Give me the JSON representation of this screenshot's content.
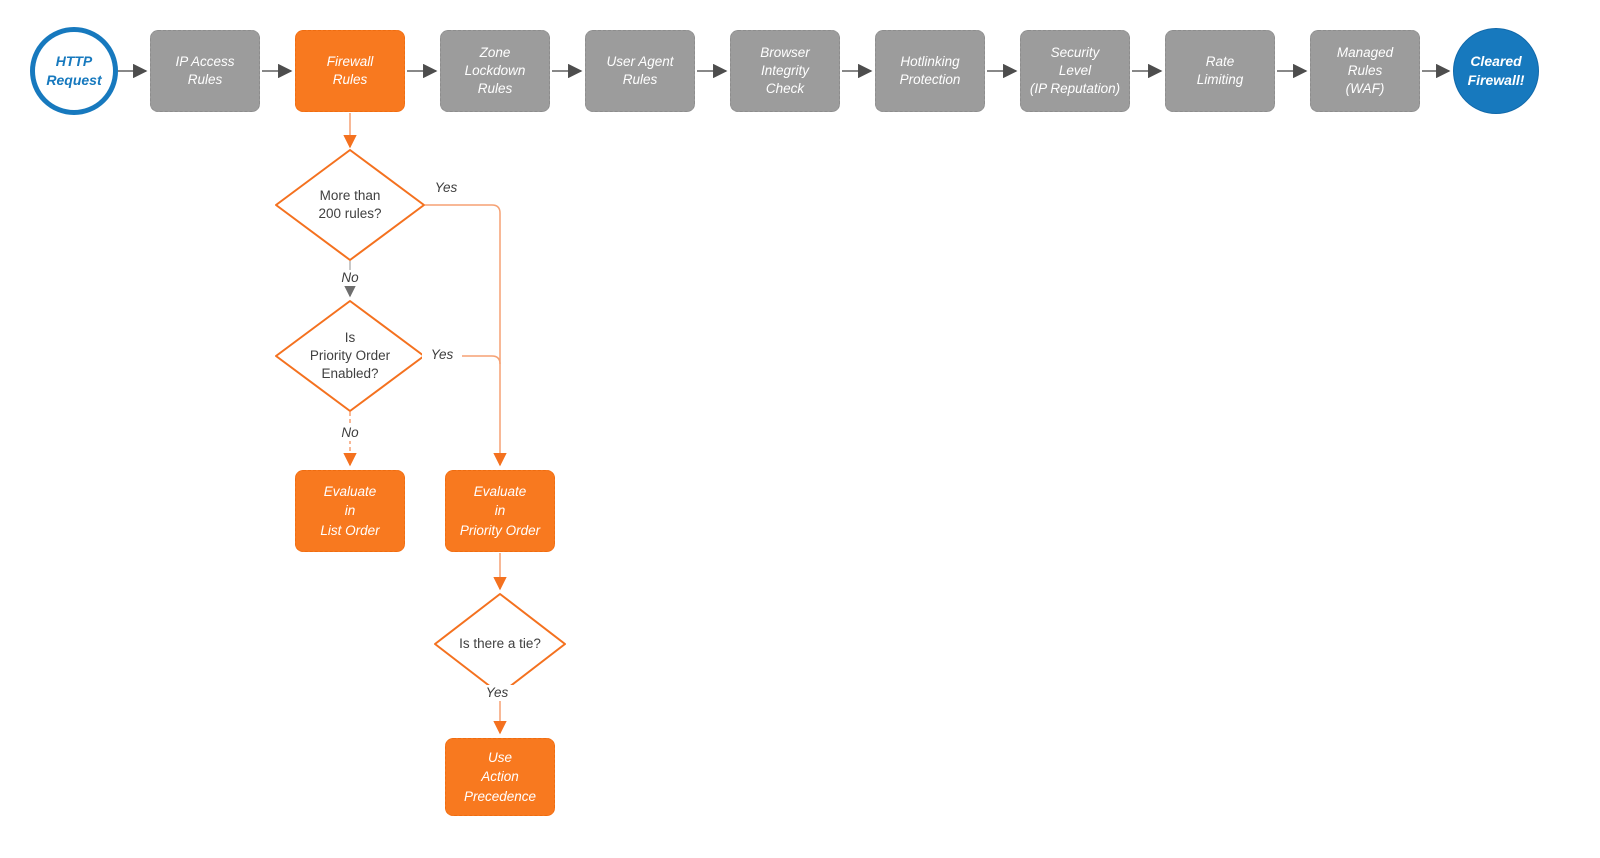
{
  "title": "Firewall evaluation flowchart",
  "colors": {
    "accent_orange": "#f8791f",
    "accent_blue": "#1779be",
    "step_gray": "#9c9c9c",
    "connector_orange": "#f5a173",
    "arrowhead_orange": "#f4711f",
    "connector_dark": "#606060"
  },
  "flow": {
    "start_label": "HTTP\nRequest",
    "end_label": "Cleared\nFirewall!",
    "steps": [
      {
        "label": "IP Access\nRules",
        "highlight": false
      },
      {
        "label": "Firewall\nRules",
        "highlight": true
      },
      {
        "label": "Zone\nLockdown\nRules",
        "highlight": false
      },
      {
        "label": "User Agent\nRules",
        "highlight": false
      },
      {
        "label": "Browser\nIntegrity\nCheck",
        "highlight": false
      },
      {
        "label": "Hotlinking\nProtection",
        "highlight": false
      },
      {
        "label": "Security\nLevel\n(IP Reputation)",
        "highlight": false
      },
      {
        "label": "Rate\nLimiting",
        "highlight": false
      },
      {
        "label": "Managed\nRules\n(WAF)",
        "highlight": false
      }
    ]
  },
  "branch": {
    "decision_rules_count": {
      "label": "More than\n200 rules?",
      "yes_label": "Yes",
      "no_label": "No"
    },
    "decision_priority_order": {
      "label": "Is\nPriority Order\nEnabled?",
      "yes_label": "Yes",
      "no_label": "No"
    },
    "decision_tie": {
      "label": "Is there a tie?",
      "yes_label": "Yes"
    },
    "evaluate_list_order": "Evaluate\nin\nList Order",
    "evaluate_priority_order": "Evaluate\nin\nPriority Order",
    "use_action_precedence": "Use\nAction\nPrecedence"
  }
}
